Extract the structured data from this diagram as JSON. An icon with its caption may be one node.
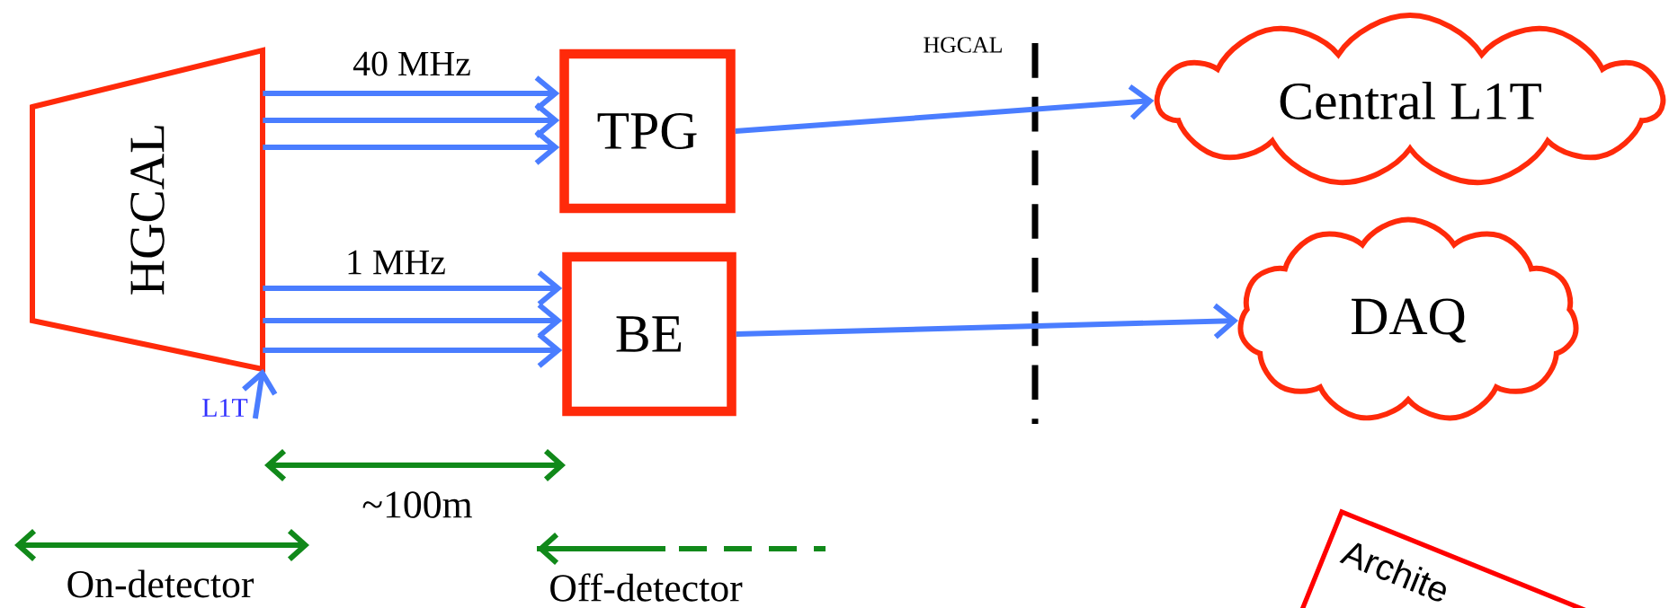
{
  "diagram": {
    "nodes": [
      {
        "text": [
          "HGCAL"
        ]
      },
      {
        "text": [
          "TPG"
        ]
      },
      {
        "text": [
          "BE"
        ]
      },
      {
        "text": [
          "Central L1T"
        ]
      },
      {
        "text": [
          "DAQ"
        ]
      },
      {
        "text": [
          "L1T"
        ]
      },
      {
        "text": [
          "Archite"
        ]
      }
    ],
    "edges": [
      {
        "from": 0,
        "to": 1,
        "arrow": "to",
        "label": "40 MHz"
      },
      {
        "from": 0,
        "to": 1,
        "arrow": "to"
      },
      {
        "from": 0,
        "to": 1,
        "arrow": "to"
      },
      {
        "from": 0,
        "to": 2,
        "arrow": "to",
        "label": "1 MHz"
      },
      {
        "from": 0,
        "to": 2,
        "arrow": "to"
      },
      {
        "from": 0,
        "to": 2,
        "arrow": "to"
      },
      {
        "from": 1,
        "to": 3,
        "arrow": "to"
      },
      {
        "from": 2,
        "to": 4,
        "arrow": "to"
      },
      {
        "from": 5,
        "to": 0,
        "arrow": "to"
      }
    ],
    "labels": [
      "HGCAL",
      "~100m",
      "On-detector",
      "Off-detector"
    ]
  }
}
